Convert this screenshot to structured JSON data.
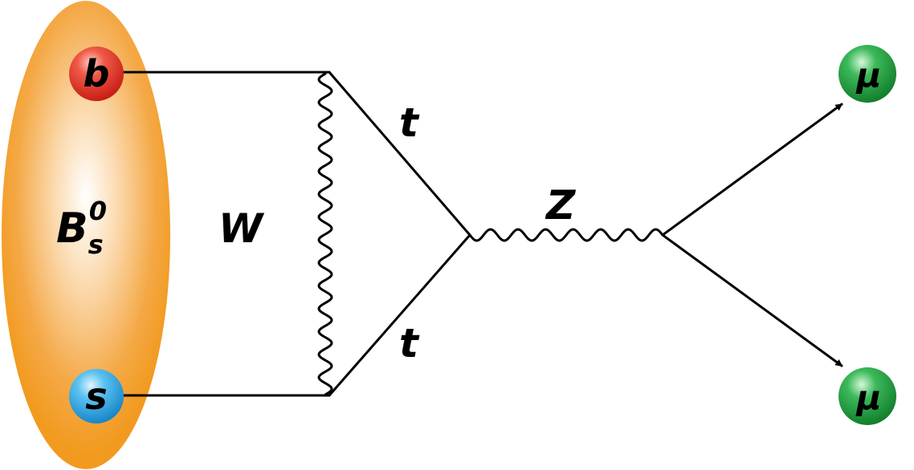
{
  "meson": {
    "symbol": "B",
    "subscript": "s",
    "superscript": "0",
    "color": "#f29a1f"
  },
  "quarks": {
    "b": {
      "label": "b",
      "color": "#e53124"
    },
    "s": {
      "label": "s",
      "color": "#2fa6e5"
    }
  },
  "bosons": {
    "w": {
      "label": "W"
    },
    "z": {
      "label": "Z"
    }
  },
  "top_quarks": {
    "upper": {
      "label": "t"
    },
    "lower": {
      "label": "t"
    }
  },
  "muons": {
    "upper": {
      "label": "μ",
      "color": "#1e9b3a"
    },
    "lower": {
      "label": "μ",
      "color": "#1e9b3a"
    }
  }
}
